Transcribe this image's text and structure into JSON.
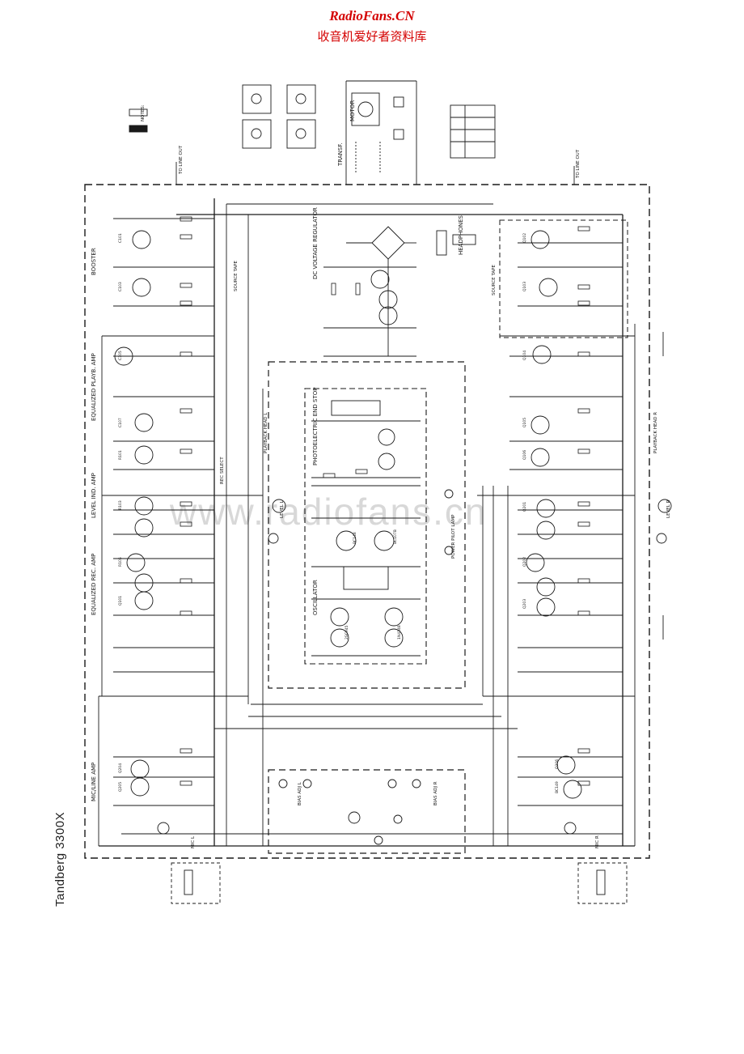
{
  "header": {
    "site_name": "RadioFans.CN",
    "site_name_cn": "收音机爱好者资料库"
  },
  "document": {
    "model": "Tandberg 3300X",
    "watermark": "www.radiofans.cn"
  },
  "colors": {
    "watermark_red": "#d40000",
    "line": "#1a1a1a",
    "background": "#ffffff"
  },
  "sections": [
    {
      "key": "booster",
      "label": "BOOSTER"
    },
    {
      "key": "eq_playback",
      "label": "EQUALIZED PLAYB. AMP"
    },
    {
      "key": "level_ind",
      "label": "LEVEL IND. AMP"
    },
    {
      "key": "eq_rec",
      "label": "EQUALIZED REC. AMP"
    },
    {
      "key": "mic_line",
      "label": "MIC/LINE AMP"
    },
    {
      "key": "dc_reg",
      "label": "DC VOLTAGE REGULATOR"
    },
    {
      "key": "photo_stop",
      "label": "PHOTOELECTRIC END STOP"
    },
    {
      "key": "oscillator",
      "label": "OSCILLATOR"
    },
    {
      "key": "transf",
      "label": "TRANSF."
    },
    {
      "key": "motor",
      "label": "MOTOR"
    },
    {
      "key": "headphones",
      "label": "HEADPHONES"
    }
  ],
  "side_labels": {
    "mic_l": "MIC L",
    "mic_r": "MIC R",
    "to_line_out_l": "TO LINE OUT",
    "to_line_out_r": "TO LINE OUT",
    "playback_head_l": "PLAYBACK HEAD L",
    "playback_head_r": "PLAYBACK HEAD R",
    "source_tape_l": "SOURCE TAPE",
    "source_tape_r": "SOURCE TAPE",
    "power_lamp": "POWER PILOT LAMP",
    "level_l": "LEVEL L",
    "level_r": "LEVEL R",
    "rec_select": "REC SELECT",
    "bias_adj_l": "BIAS ADJ L",
    "bias_adj_r": "BIAS ADJ R",
    "notes": "NOTES:"
  },
  "references": [
    "C101",
    "C103",
    "C105",
    "C107",
    "R101",
    "R103",
    "R105",
    "Q101",
    "Q102",
    "Q103",
    "Q104",
    "Q105",
    "Q106",
    "Q201",
    "Q202",
    "Q203",
    "Q204",
    "Q205",
    "Q206",
    "BC149",
    "BC148",
    "BC107B",
    "2SC945",
    "1N4148"
  ]
}
